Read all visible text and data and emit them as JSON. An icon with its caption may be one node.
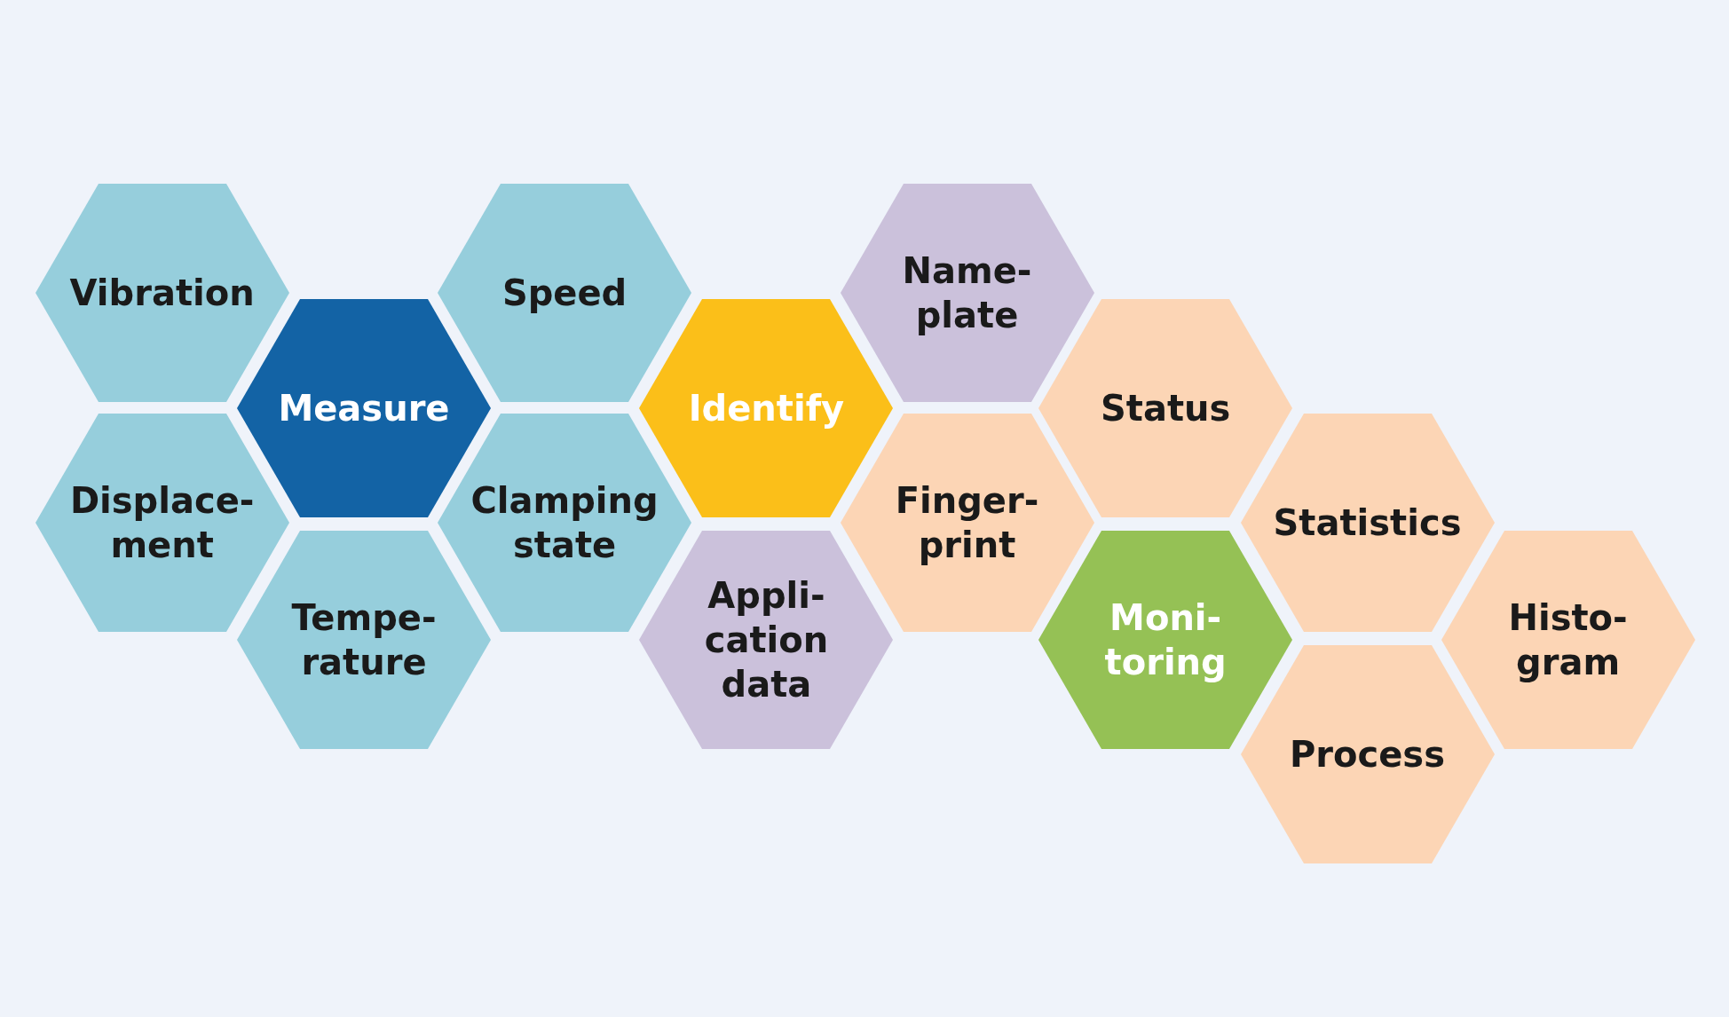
{
  "diagram": {
    "nodes": [
      {
        "text": [
          "Vibration"
        ]
      },
      {
        "text": [
          "Displace- ment"
        ]
      },
      {
        "text": [
          "Measure"
        ]
      },
      {
        "text": [
          "Tempe- rature"
        ]
      },
      {
        "text": [
          "Speed"
        ]
      },
      {
        "text": [
          "Clamping state"
        ]
      },
      {
        "text": [
          "Identify"
        ]
      },
      {
        "text": [
          "Appli- cation data"
        ]
      },
      {
        "text": [
          "Name- plate"
        ]
      },
      {
        "text": [
          "Finger- print"
        ]
      },
      {
        "text": [
          "Status"
        ]
      },
      {
        "text": [
          "Moni- toring"
        ]
      },
      {
        "text": [
          "Statistics"
        ]
      },
      {
        "text": [
          "Process"
        ]
      },
      {
        "text": [
          "Histo- gram"
        ]
      }
    ],
    "edges": []
  }
}
